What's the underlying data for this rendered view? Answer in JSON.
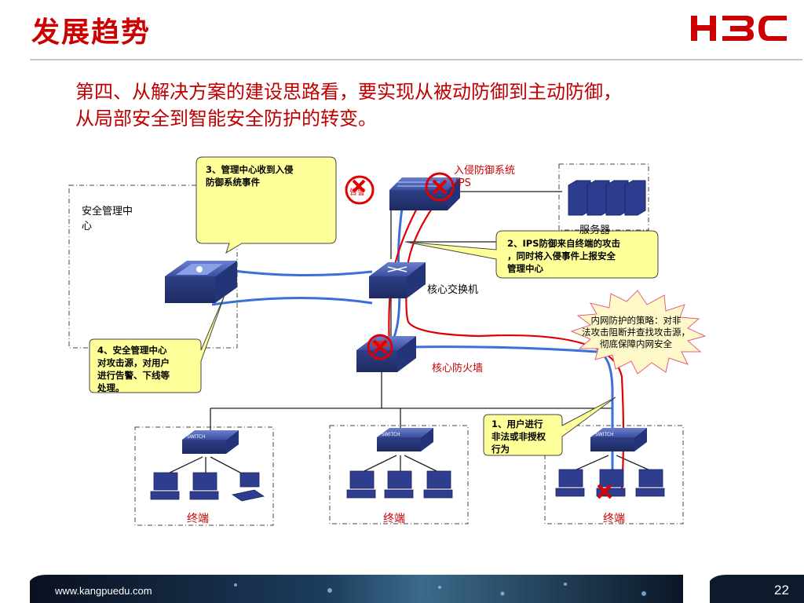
{
  "slide": {
    "title": "发展趋势",
    "intro_line1": "第四、从解决方案的建设思路看，要实现从被动防御到主动防御，",
    "intro_line2": "从局部安全到智能安全防护的转变。"
  },
  "logo": {
    "text": "H3C",
    "color": "#cc0000"
  },
  "diagram": {
    "mgmt_center_label_1": "安全管理中",
    "mgmt_center_label_2": "心",
    "ips_label": "入侵防御系统",
    "ips_code": "IPS",
    "alert_badge": "告警",
    "server_label": "服务器",
    "core_switch_label": "核心交换机",
    "core_firewall_label": "核心防火墙",
    "terminal_label": "终端",
    "switch_text": "SWITCH",
    "callout_3": [
      "3、管理中心收到入侵",
      "防御系统事件"
    ],
    "callout_2": [
      "2、IPS防御来自终端的攻击",
      "，同时将入侵事件上报安全",
      "管理中心"
    ],
    "callout_4": [
      "4、安全管理中心",
      "对攻击源，对用户",
      "进行告警、下线等",
      "处理。"
    ],
    "callout_1": [
      "1、用户进行",
      "非法或非授权",
      "行为"
    ],
    "burst": [
      "内网防护的策略：对非",
      "法攻击阻断并查找攻击源，",
      "彻底保障内网安全"
    ]
  },
  "footer": {
    "url": "www.kangpuedu.com",
    "page": "22"
  },
  "colors": {
    "accent_red": "#cc0000",
    "link_blue": "#3a6fd8",
    "callout_fill": "#ffff99",
    "device_blue": "#3a4fa0"
  },
  "icons": [
    "switch-icon",
    "ips-icon",
    "server-icon",
    "firewall-icon",
    "pc-icon",
    "laptop-icon",
    "x-mark-icon",
    "burst-icon"
  ]
}
